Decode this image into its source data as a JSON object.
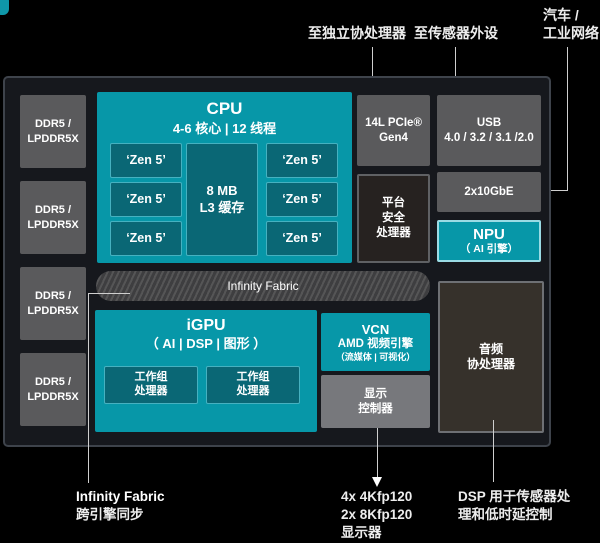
{
  "colors": {
    "background": "#000000",
    "panel": "#16181d",
    "teal_accent": "#0797a8",
    "teal_inner": "#0a6775",
    "teal_inner_border": "#46b1c0",
    "npu_border": "#9adbe4",
    "gray_block": "#5a5a5c",
    "dark_block": "#262220"
  },
  "top_annotations": {
    "coprocessor": "至独立协处理器",
    "sensor": "至传感器外设",
    "network_line1": "汽车 /",
    "network_line2": "工业网络"
  },
  "memory": {
    "line1": "DDR5 /",
    "line2": "LPDDR5X"
  },
  "cpu": {
    "title": "CPU",
    "subtitle": "4-6 核心  |  12 线程",
    "core_label": "‘Zen 5’",
    "l3_line1": "8 MB",
    "l3_line2": "L3 缓存"
  },
  "pcie": {
    "line1": "14L PCIe®",
    "line2": "Gen4"
  },
  "usb": {
    "line1": "USB",
    "line2": "4.0 / 3.2 / 3.1 /2.0"
  },
  "psp": {
    "line1": "平台",
    "line2": "安全",
    "line3": "处理器"
  },
  "gbe": {
    "label": "2x10GbE"
  },
  "npu": {
    "title": "NPU",
    "subtitle": "（ AI 引擎）"
  },
  "fabric": {
    "label": "Infinity Fabric"
  },
  "igpu": {
    "title": "iGPU",
    "subtitle": "（ AI | DSP | 图形 ）",
    "wgp_line1": "工作组",
    "wgp_line2": "处理器"
  },
  "vcn": {
    "title": "VCN",
    "line2": "AMD 视频引擎",
    "line3": "（流媒体 | 可视化）"
  },
  "display_ctrl": {
    "line1": "显示",
    "line2": "控制器"
  },
  "audio": {
    "line1": "音频",
    "line2": "协处理器"
  },
  "bottom_annotations": {
    "fabric_line1": "Infinity Fabric",
    "fabric_line2": "跨引擎同步",
    "display_line1": "4x 4Kfp120",
    "display_line2": "2x 8Kfp120",
    "display_line3": "显示器",
    "dsp_line1": "DSP 用于传感器处",
    "dsp_line2": "理和低时延控制"
  }
}
